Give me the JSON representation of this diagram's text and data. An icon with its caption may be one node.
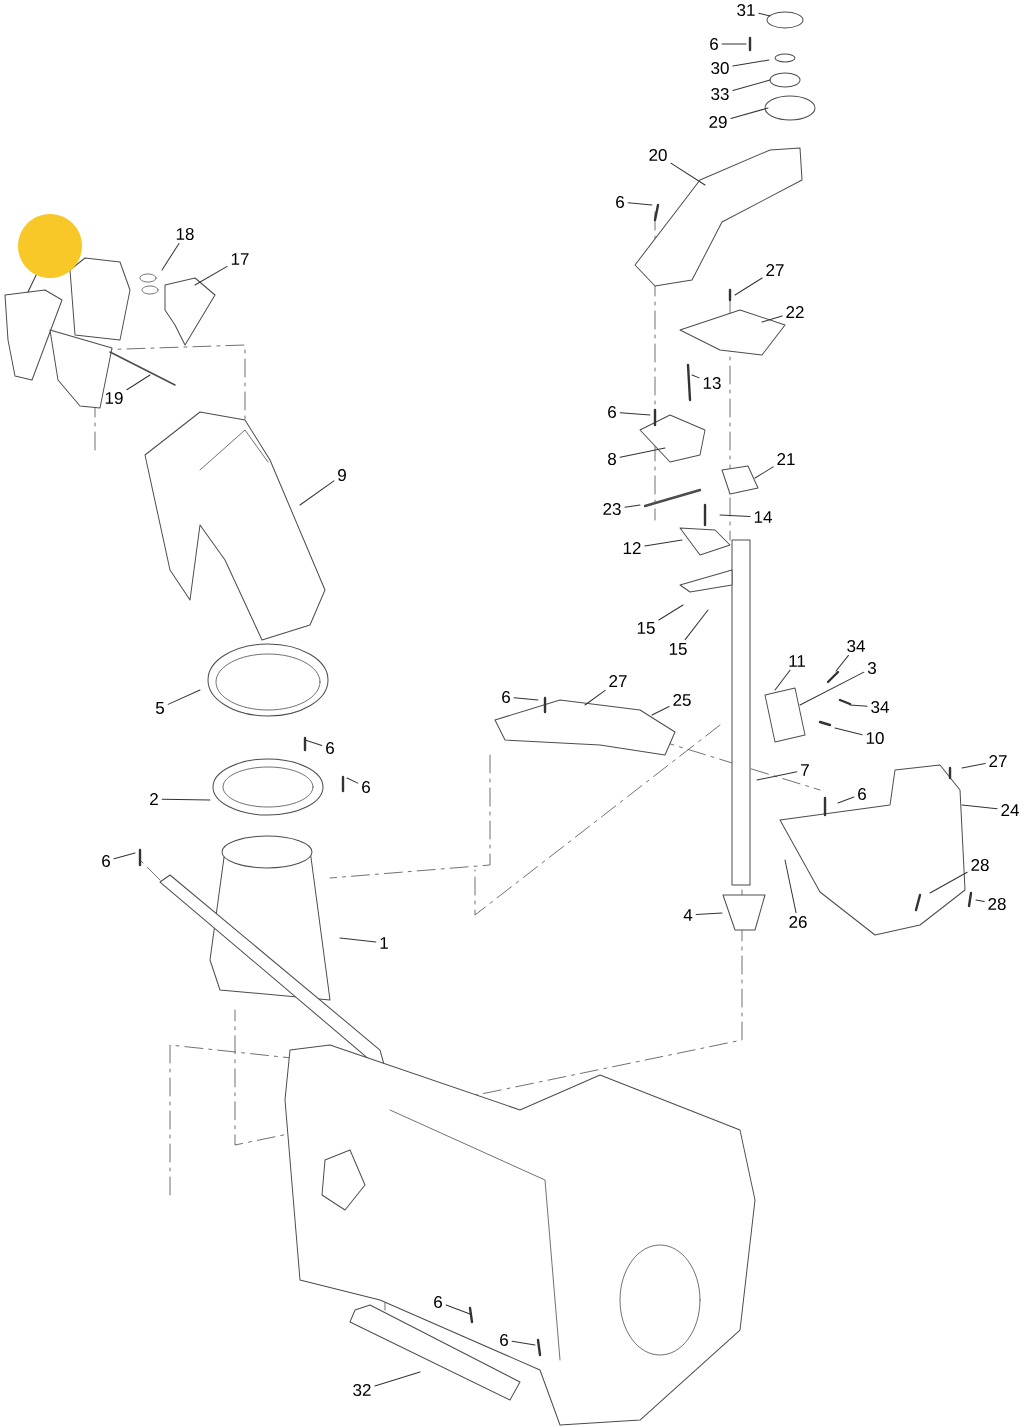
{
  "diagram": {
    "nodes": [
      {
        "text": [
          "31"
        ]
      },
      {
        "text": [
          "6"
        ]
      },
      {
        "text": [
          "30"
        ]
      },
      {
        "text": [
          "33"
        ]
      },
      {
        "text": [
          "29"
        ]
      },
      {
        "text": [
          "20"
        ]
      },
      {
        "text": [
          "6"
        ]
      },
      {
        "text": [],
        "shape": "circle"
      },
      {
        "text": [
          "18"
        ]
      },
      {
        "text": [
          "17"
        ]
      },
      {
        "text": [
          "27"
        ]
      },
      {
        "text": [
          "22"
        ]
      },
      {
        "text": [
          "13"
        ]
      },
      {
        "text": [
          "6"
        ]
      },
      {
        "text": [
          "19"
        ]
      },
      {
        "text": [
          "8"
        ]
      },
      {
        "text": [
          "9"
        ]
      },
      {
        "text": [
          "21"
        ]
      },
      {
        "text": [
          "23"
        ]
      },
      {
        "text": [
          "14"
        ]
      },
      {
        "text": [
          "12"
        ]
      },
      {
        "text": [
          "15"
        ]
      },
      {
        "text": [
          "15"
        ]
      },
      {
        "text": [
          "11"
        ]
      },
      {
        "text": [
          "34"
        ]
      },
      {
        "text": [
          "3"
        ]
      },
      {
        "text": [
          "5"
        ]
      },
      {
        "text": [
          "6"
        ]
      },
      {
        "text": [
          "27"
        ]
      },
      {
        "text": [
          "25"
        ]
      },
      {
        "text": [
          "34"
        ]
      },
      {
        "text": [
          "10"
        ]
      },
      {
        "text": [
          "6"
        ]
      },
      {
        "text": [
          "7"
        ]
      },
      {
        "text": [
          "27"
        ]
      },
      {
        "text": [
          "6"
        ]
      },
      {
        "text": [
          "6"
        ]
      },
      {
        "text": [
          "2"
        ]
      },
      {
        "text": [
          "24"
        ]
      },
      {
        "text": [
          "6"
        ]
      },
      {
        "text": [
          "28"
        ]
      },
      {
        "text": [
          "28"
        ]
      },
      {
        "text": [
          "1"
        ]
      },
      {
        "text": [
          "4"
        ]
      },
      {
        "text": [
          "26"
        ]
      },
      {
        "text": [
          "6"
        ]
      },
      {
        "text": [
          "6"
        ]
      },
      {
        "text": [
          "32"
        ]
      }
    ],
    "edges": [
      {
        "from": 0,
        "to": null,
        "arrow": "none"
      },
      {
        "from": 1,
        "to": null,
        "arrow": "none"
      },
      {
        "from": 2,
        "to": null,
        "arrow": "none"
      },
      {
        "from": 3,
        "to": null,
        "arrow": "none"
      },
      {
        "from": 4,
        "to": null,
        "arrow": "none"
      },
      {
        "from": 5,
        "to": null,
        "arrow": "none"
      },
      {
        "from": 6,
        "to": null,
        "arrow": "none"
      },
      {
        "from": 7,
        "to": null,
        "arrow": "none"
      },
      {
        "from": 8,
        "to": null,
        "arrow": "none"
      },
      {
        "from": 9,
        "to": null,
        "arrow": "none"
      },
      {
        "from": 10,
        "to": null,
        "arrow": "none"
      },
      {
        "from": 11,
        "to": null,
        "arrow": "none"
      },
      {
        "from": 12,
        "to": null,
        "arrow": "none"
      },
      {
        "from": 13,
        "to": null,
        "arrow": "none"
      },
      {
        "from": 14,
        "to": null,
        "arrow": "none"
      },
      {
        "from": 15,
        "to": null,
        "arrow": "none"
      },
      {
        "from": 16,
        "to": null,
        "arrow": "none"
      },
      {
        "from": 17,
        "to": null,
        "arrow": "none"
      },
      {
        "from": 18,
        "to": null,
        "arrow": "none"
      },
      {
        "from": 19,
        "to": null,
        "arrow": "none"
      },
      {
        "from": 20,
        "to": null,
        "arrow": "none"
      },
      {
        "from": 21,
        "to": null,
        "arrow": "none"
      },
      {
        "from": 22,
        "to": null,
        "arrow": "none"
      },
      {
        "from": 23,
        "to": null,
        "arrow": "none"
      },
      {
        "from": 24,
        "to": null,
        "arrow": "none"
      },
      {
        "from": 25,
        "to": null,
        "arrow": "none"
      },
      {
        "from": 26,
        "to": null,
        "arrow": "none"
      },
      {
        "from": 27,
        "to": null,
        "arrow": "none"
      },
      {
        "from": 28,
        "to": null,
        "arrow": "none"
      },
      {
        "from": 29,
        "to": null,
        "arrow": "none"
      },
      {
        "from": 30,
        "to": null,
        "arrow": "none"
      },
      {
        "from": 31,
        "to": null,
        "arrow": "none"
      },
      {
        "from": 32,
        "to": null,
        "arrow": "none"
      },
      {
        "from": 33,
        "to": null,
        "arrow": "none"
      },
      {
        "from": 34,
        "to": null,
        "arrow": "none"
      },
      {
        "from": 35,
        "to": null,
        "arrow": "none"
      },
      {
        "from": 36,
        "to": null,
        "arrow": "none"
      },
      {
        "from": 37,
        "to": null,
        "arrow": "none"
      },
      {
        "from": 38,
        "to": null,
        "arrow": "none"
      },
      {
        "from": 39,
        "to": null,
        "arrow": "none"
      },
      {
        "from": 40,
        "to": null,
        "arrow": "none"
      },
      {
        "from": 41,
        "to": null,
        "arrow": "none"
      },
      {
        "from": 42,
        "to": null,
        "arrow": "none"
      },
      {
        "from": 43,
        "to": null,
        "arrow": "none"
      },
      {
        "from": 44,
        "to": null,
        "arrow": "none"
      },
      {
        "from": 45,
        "to": null,
        "arrow": "none"
      },
      {
        "from": 46,
        "to": null,
        "arrow": "none"
      },
      {
        "from": 47,
        "to": null,
        "arrow": "none"
      }
    ]
  }
}
